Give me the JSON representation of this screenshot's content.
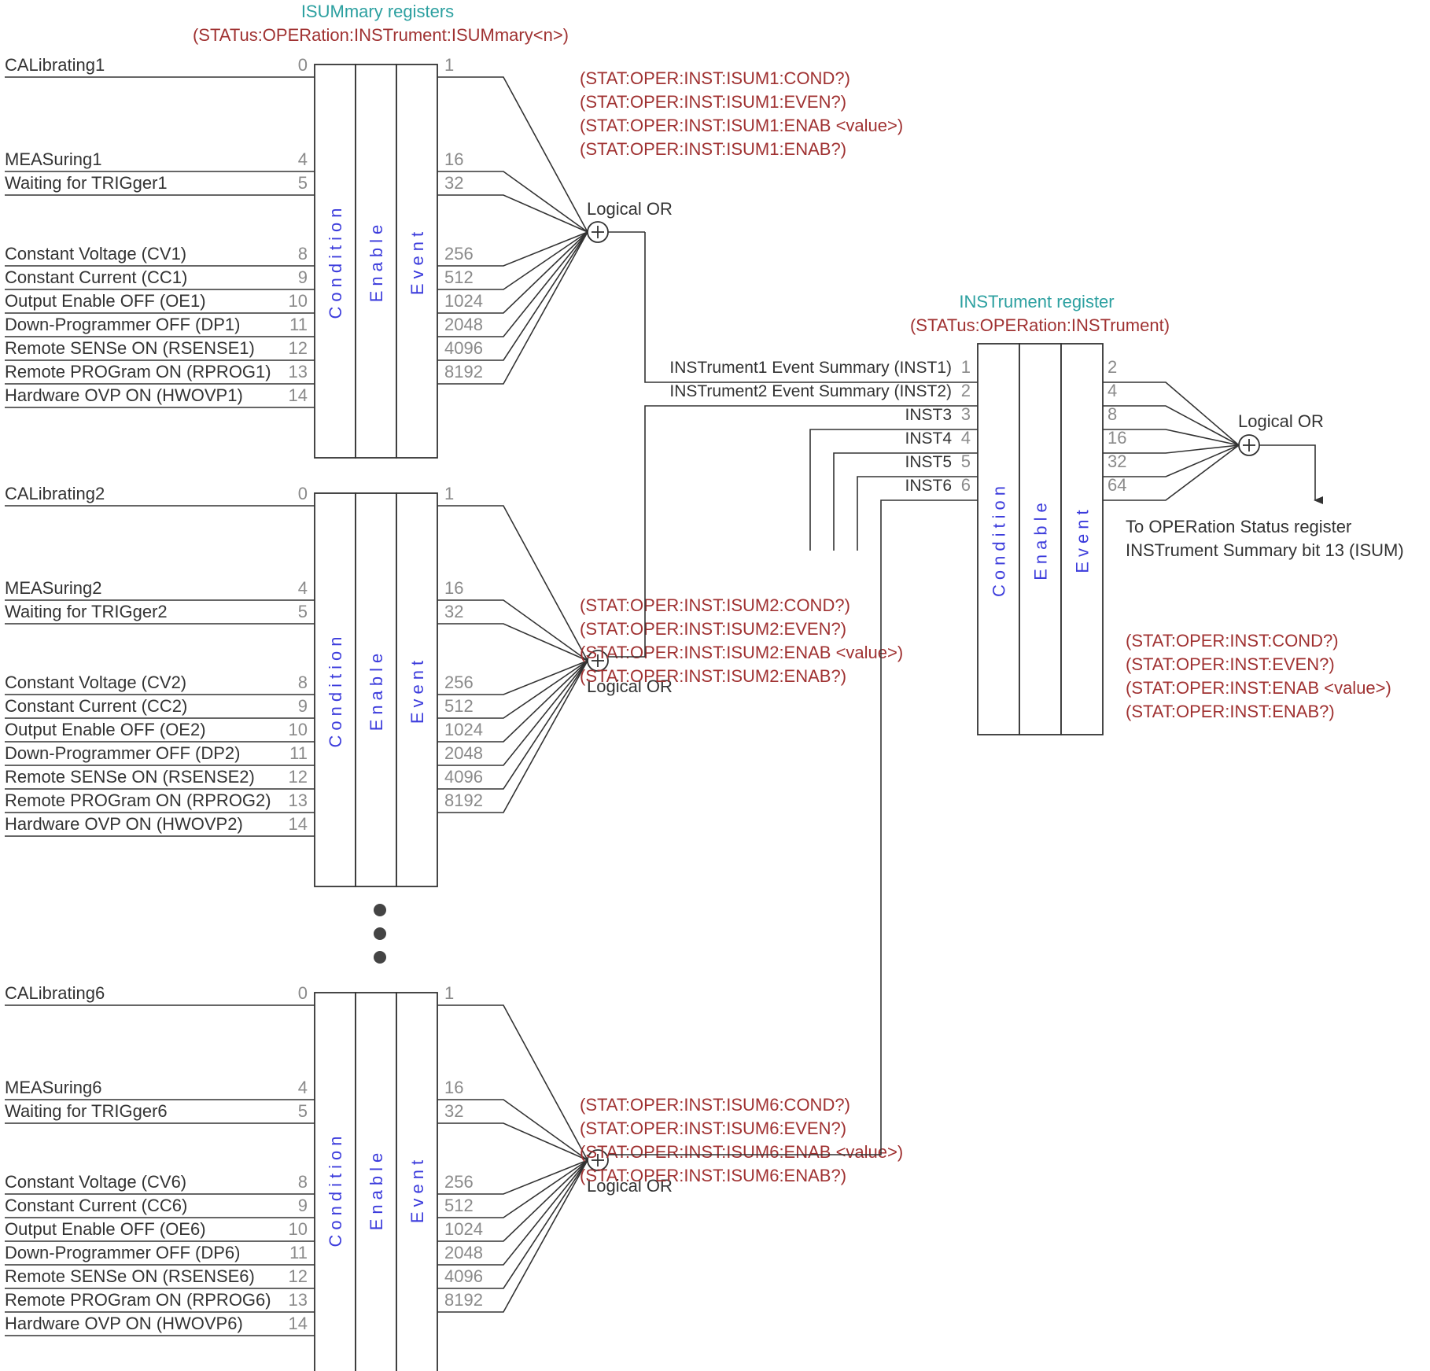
{
  "isum": {
    "title": "ISUMmary registers",
    "subtitle": "(STATus:OPERation:INSTrument:ISUMmary<n>)",
    "columns": [
      "Condition",
      "Enable",
      "Event"
    ],
    "or_label": "Logical OR",
    "registers": [
      {
        "inputs": [
          "CALibrating1",
          "MEASuring1",
          "Waiting for TRIGger1",
          "Constant Voltage (CV1)",
          "Constant Current (CC1)",
          "Output Enable OFF (OE1)",
          "Down-Programmer OFF (DP1)",
          "Remote SENSe ON (RSENSE1)",
          "Remote PROGram ON (RPROG1)",
          "Hardware OVP ON (HWOVP1)"
        ],
        "commands": [
          "(STAT:OPER:INST:ISUM1:COND?)",
          "(STAT:OPER:INST:ISUM1:EVEN?)",
          "(STAT:OPER:INST:ISUM1:ENAB <value>)",
          "(STAT:OPER:INST:ISUM1:ENAB?)"
        ]
      },
      {
        "inputs": [
          "CALibrating2",
          "MEASuring2",
          "Waiting for TRIGger2",
          "Constant Voltage (CV2)",
          "Constant Current (CC2)",
          "Output Enable OFF (OE2)",
          "Down-Programmer OFF (DP2)",
          "Remote SENSe ON (RSENSE2)",
          "Remote PROGram ON (RPROG2)",
          "Hardware OVP ON (HWOVP2)"
        ],
        "commands": [
          "(STAT:OPER:INST:ISUM2:COND?)",
          "(STAT:OPER:INST:ISUM2:EVEN?)",
          "(STAT:OPER:INST:ISUM2:ENAB <value>)",
          "(STAT:OPER:INST:ISUM2:ENAB?)"
        ]
      },
      {
        "inputs": [
          "CALibrating6",
          "MEASuring6",
          "Waiting for TRIGger6",
          "Constant Voltage (CV6)",
          "Constant Current (CC6)",
          "Output Enable OFF (OE6)",
          "Down-Programmer OFF (DP6)",
          "Remote SENSe ON (RSENSE6)",
          "Remote PROGram ON (RPROG6)",
          "Hardware OVP ON (HWOVP6)"
        ],
        "commands": [
          "(STAT:OPER:INST:ISUM6:COND?)",
          "(STAT:OPER:INST:ISUM6:EVEN?)",
          "(STAT:OPER:INST:ISUM6:ENAB <value>)",
          "(STAT:OPER:INST:ISUM6:ENAB?)"
        ]
      }
    ],
    "bits": [
      "0",
      "4",
      "5",
      "8",
      "9",
      "10",
      "11",
      "12",
      "13",
      "14"
    ],
    "weights": [
      "1",
      "16",
      "32",
      "256",
      "512",
      "1024",
      "2048",
      "4096",
      "8192"
    ]
  },
  "inst": {
    "title": "INSTrument register",
    "subtitle": "(STATus:OPERation:INSTrument)",
    "columns": [
      "Condition",
      "Enable",
      "Event"
    ],
    "inputs": [
      "INSTrument1 Event Summary (INST1)",
      "INSTrument2 Event Summary (INST2)",
      "INST3",
      "INST4",
      "INST5",
      "INST6"
    ],
    "bits": [
      "1",
      "2",
      "3",
      "4",
      "5",
      "6"
    ],
    "weights": [
      "2",
      "4",
      "8",
      "16",
      "32",
      "64"
    ],
    "or_label": "Logical OR",
    "output": [
      "To OPERation Status register",
      "INSTrument Summary bit 13 (ISUM)"
    ],
    "commands": [
      "(STAT:OPER:INST:COND?)",
      "(STAT:OPER:INST:EVEN?)",
      "(STAT:OPER:INST:ENAB <value>)",
      "(STAT:OPER:INST:ENAB?)"
    ]
  },
  "colors": {
    "title": "#2ca0a0",
    "command": "#a03232",
    "column": "#3c3cdc",
    "bit": "#8a8a8a",
    "line": "#333333"
  }
}
